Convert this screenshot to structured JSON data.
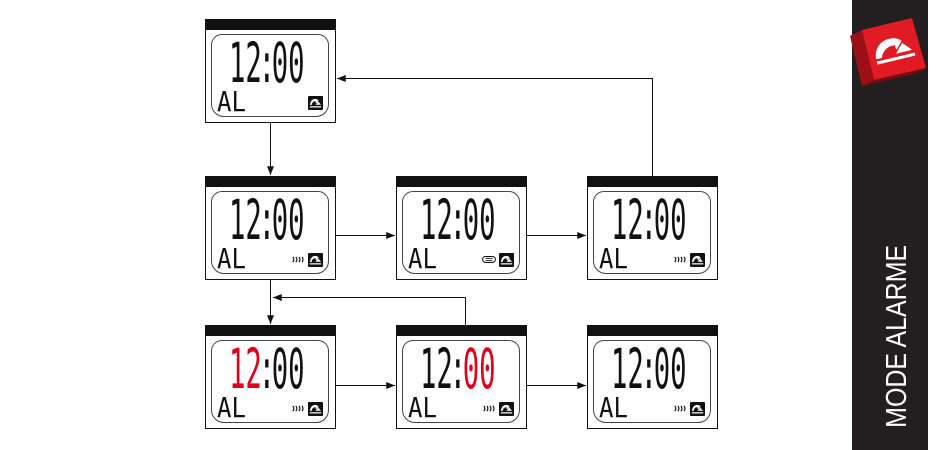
{
  "sidebar": {
    "title": "MODE ALARME",
    "logo_icon": "quiksilver-logo-icon",
    "bar_color": "#231f20",
    "logo_color": "#e01b24"
  },
  "colors": {
    "ink": "#111111",
    "highlight": "#e3001b"
  },
  "screen_logo_icon": "quiksilver-logo-icon",
  "screens": [
    {
      "hours": "12",
      "separator": ":",
      "minutes": "00",
      "mode": "AL",
      "indicator": null,
      "hours_highlighted": false,
      "minutes_highlighted": false
    },
    {
      "hours": "12",
      "separator": ":",
      "minutes": "00",
      "mode": "AL",
      "indicator": "alarm-on-icon",
      "hours_highlighted": false,
      "minutes_highlighted": false
    },
    {
      "hours": "12",
      "separator": ":",
      "minutes": "00",
      "mode": "AL",
      "indicator": "alarm-off-icon",
      "hours_highlighted": false,
      "minutes_highlighted": false
    },
    {
      "hours": "12",
      "separator": ":",
      "minutes": "00",
      "mode": "AL",
      "indicator": "alarm-on-icon",
      "hours_highlighted": false,
      "minutes_highlighted": false
    },
    {
      "hours": "12",
      "separator": ":",
      "minutes": "00",
      "mode": "AL",
      "indicator": "alarm-on-icon",
      "hours_highlighted": true,
      "minutes_highlighted": false
    },
    {
      "hours": "12",
      "separator": ":",
      "minutes": "00",
      "mode": "AL",
      "indicator": "alarm-on-icon",
      "hours_highlighted": false,
      "minutes_highlighted": true
    },
    {
      "hours": "12",
      "separator": ":",
      "minutes": "00",
      "mode": "AL",
      "indicator": "alarm-on-icon",
      "hours_highlighted": false,
      "minutes_highlighted": false
    }
  ]
}
